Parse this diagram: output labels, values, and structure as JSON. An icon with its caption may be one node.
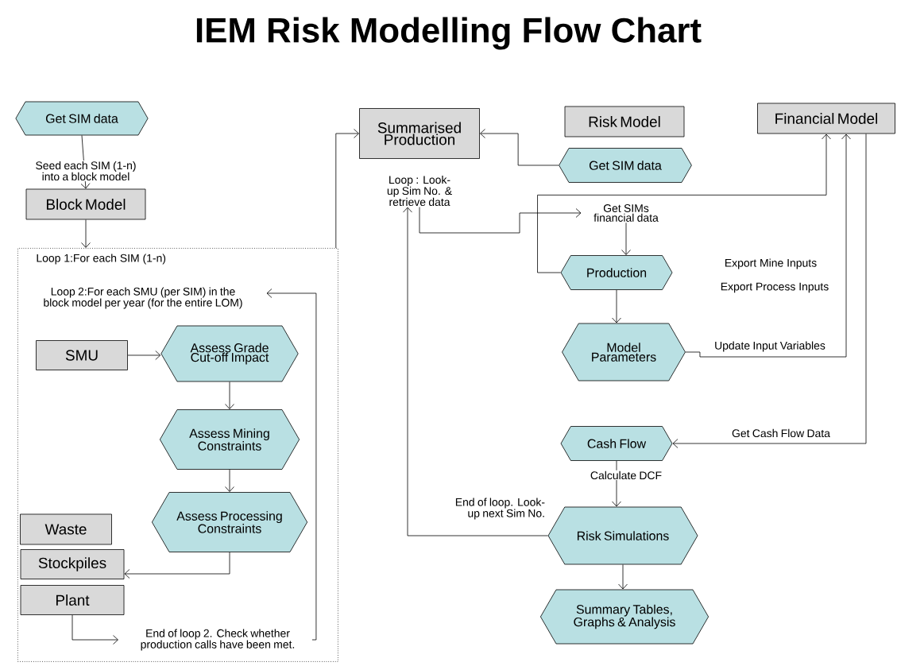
{
  "diagram": {
    "title": "IEM Risk Modelling Flow Chart",
    "nodes": [
      {
        "text": [
          "Get SIM data"
        ]
      },
      {
        "text": [
          "Block Model"
        ]
      },
      {
        "text": [
          "Loop 1:For each SIM (1-n)"
        ]
      },
      {
        "text": [
          "Loop 2:For each SMU (per SIM) in the block model per year (for the entire LOM)"
        ],
        "in": 2
      },
      {
        "text": [
          "SMU"
        ],
        "in": 2
      },
      {
        "text": [
          "Assess Grade Cut-off Impact"
        ],
        "in": 2
      },
      {
        "text": [
          "Assess Mining Constraints"
        ],
        "in": 2
      },
      {
        "text": [
          "Assess Processing Constraints"
        ],
        "in": 2
      },
      {
        "text": [
          "Waste"
        ],
        "in": 2
      },
      {
        "text": [
          "Stockpiles"
        ],
        "in": 2
      },
      {
        "text": [
          "Plant"
        ],
        "in": 2
      },
      {
        "text": [
          "End of loop 2. Check whether production calls have been met."
        ],
        "in": 2
      },
      {
        "text": [
          "Summarised Production"
        ]
      },
      {
        "text": [
          "Loop : Look-up Sim No. & retrieve data"
        ]
      },
      {
        "text": [
          "Risk Model"
        ]
      },
      {
        "text": [
          "Get SIM data"
        ]
      },
      {
        "text": [
          "Financial Model"
        ]
      },
      {
        "text": [
          "Get SIMs financial data"
        ]
      },
      {
        "text": [
          "Production"
        ]
      },
      {
        "text": [
          "Model Parameters"
        ]
      },
      {
        "text": [
          "Cash Flow"
        ]
      },
      {
        "text": [
          "Risk Simulations"
        ]
      },
      {
        "text": [
          "Summary Tables, Graphs & Analysis"
        ]
      }
    ],
    "edges": [
      {
        "from": 0,
        "to": 1,
        "arrow": "to",
        "label": "Seed each SIM (1-n) into a block model"
      },
      {
        "from": 1,
        "to": 2,
        "arrow": "to"
      },
      {
        "from": 4,
        "to": 5,
        "arrow": "to"
      },
      {
        "from": 5,
        "to": 6,
        "arrow": "to"
      },
      {
        "from": 6,
        "to": 7,
        "arrow": "to"
      },
      {
        "from": 7,
        "to": 9,
        "arrow": "to"
      },
      {
        "from": 10,
        "to": 11,
        "arrow": "to"
      },
      {
        "from": 11,
        "to": 3,
        "arrow": "to"
      },
      {
        "from": 2,
        "to": 12,
        "arrow": "to"
      },
      {
        "from": 15,
        "to": 12,
        "arrow": "to"
      },
      {
        "from": 13,
        "to": 17,
        "arrow": "to"
      },
      {
        "from": 17,
        "to": 18,
        "arrow": "to"
      },
      {
        "from": 18,
        "to": 16,
        "arrow": "to"
      },
      {
        "from": 18,
        "to": 19,
        "arrow": "to"
      },
      {
        "from": 19,
        "to": 16,
        "arrow": "to",
        "label": "Update Input Variables"
      },
      {
        "from": 16,
        "to": 20,
        "arrow": "to",
        "label": "Get Cash Flow Data"
      },
      {
        "from": 20,
        "to": 21,
        "arrow": "to",
        "label": "Calculate DCF"
      },
      {
        "from": 21,
        "to": 13,
        "arrow": "to",
        "label": "End of loop. Look-up next Sim No."
      },
      {
        "from": 21,
        "to": 22,
        "arrow": "to"
      }
    ],
    "labels": [
      "Export Mine Inputs",
      "Export Process Inputs"
    ]
  }
}
